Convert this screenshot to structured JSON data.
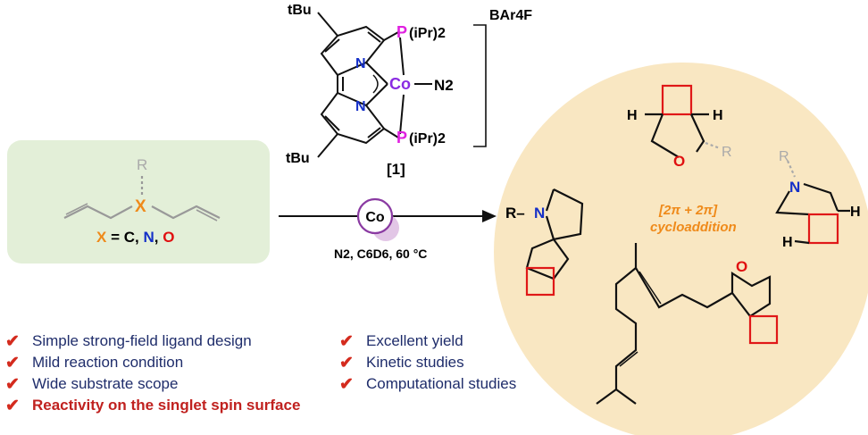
{
  "catalyst": {
    "tBu_top": "tBu",
    "tBu_bottom": "tBu",
    "P_top": "P",
    "P_bottom": "P",
    "iPr_top": "(iPr)2",
    "iPr_bottom": "(iPr)2",
    "N_upper": "N",
    "N_lower": "N",
    "Co": "Co",
    "N2": "N2",
    "counterion": "BAr4F",
    "compound_label": "[1]"
  },
  "substrate": {
    "R": "R",
    "X": "X",
    "legend_prefix": "X = C, ",
    "legend_N": "N",
    "legend_sep": ", ",
    "legend_O": "O",
    "box_color": "#e3efd8"
  },
  "reaction": {
    "catalyst_circle": "Co",
    "conditions": "N2, C6D6, 60 °C"
  },
  "products": {
    "bg_color": "#f9e7c2",
    "label_line1": "[2π + 2π]",
    "label_line2": "cycloaddition",
    "thf_H_left": "H",
    "thf_H_right": "H",
    "thf_O": "O",
    "thf_R": "R",
    "pyrrolidine_R": "R",
    "pyrrolidine_N": "N",
    "pyrrolidine_H_top": "H",
    "pyrrolidine_H_bottom": "H",
    "spiro_R": "R–",
    "spiro_N": "N",
    "terpene_O": "O"
  },
  "features_left": [
    "Simple strong-field ligand design",
    "Mild reaction condition",
    "Wide substrate scope",
    "Reactivity on the singlet spin surface"
  ],
  "features_right": [
    "Excellent yield",
    "Kinetic studies",
    "Computational studies"
  ],
  "colors": {
    "phosphorus": "#e020e0",
    "nitrogen": "#1530c8",
    "cobalt": "#8a2be2",
    "oxygen": "#e01010",
    "X_orange": "#ef8a1a",
    "cyclobutane": "#e01818",
    "check_red": "#d42b1e"
  }
}
